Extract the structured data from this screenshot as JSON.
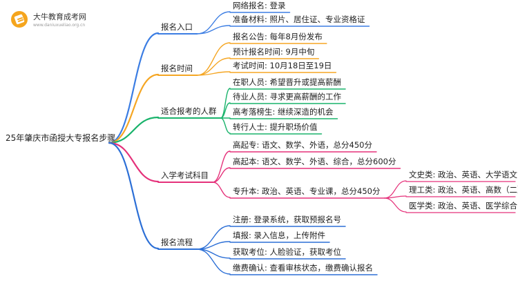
{
  "logo": {
    "title": "大牛教育成考网",
    "url": "www.daniuxueliao.org.cn"
  },
  "root": "25年肇庆市函授大专报名步骤",
  "branches": [
    {
      "label": "报名入口",
      "color": "#3b7de3",
      "children": [
        {
          "label": "网络报名: 登录"
        },
        {
          "label": "准备材料: 照片、居住证、专业资格证"
        }
      ]
    },
    {
      "label": "报名时间",
      "color": "#f5a623",
      "children": [
        {
          "label": "报名公告: 每年8月份发布"
        },
        {
          "label": "预计报名时间: 9月中旬"
        },
        {
          "label": "考试时间: 10月18日至19日"
        }
      ]
    },
    {
      "label": "适合报考的人群",
      "color": "#19b36b",
      "children": [
        {
          "label": "在职人员: 希望晋升或提高薪酬"
        },
        {
          "label": "待业人员: 寻求更高薪酬的工作"
        },
        {
          "label": "高考落榜生: 继续深造的机会"
        },
        {
          "label": "转行人士: 提升职场价值"
        }
      ]
    },
    {
      "label": "入学考试科目",
      "color": "#e5317a",
      "children": [
        {
          "label": "高起专: 语文、数学、外语，总分450分"
        },
        {
          "label": "高起本: 语文、数学、外语、综合，总分600分"
        },
        {
          "label": "专升本: 政治、英语、专业课，总分450分",
          "children": [
            {
              "label": "文史类: 政治、英语、大学语文"
            },
            {
              "label": "理工类: 政治、英语、高数（二）"
            },
            {
              "label": "医学类: 政治、英语、医学综合"
            }
          ]
        }
      ]
    },
    {
      "label": "报名流程",
      "color": "#2c6fd6",
      "children": [
        {
          "label": "注册: 登录系统，获取预报名号"
        },
        {
          "label": "填报: 录入信息，上传附件"
        },
        {
          "label": "获取考位: 人脸验证，获取考位"
        },
        {
          "label": "缴费确认: 查看审核状态，缴费确认报名"
        }
      ]
    }
  ]
}
